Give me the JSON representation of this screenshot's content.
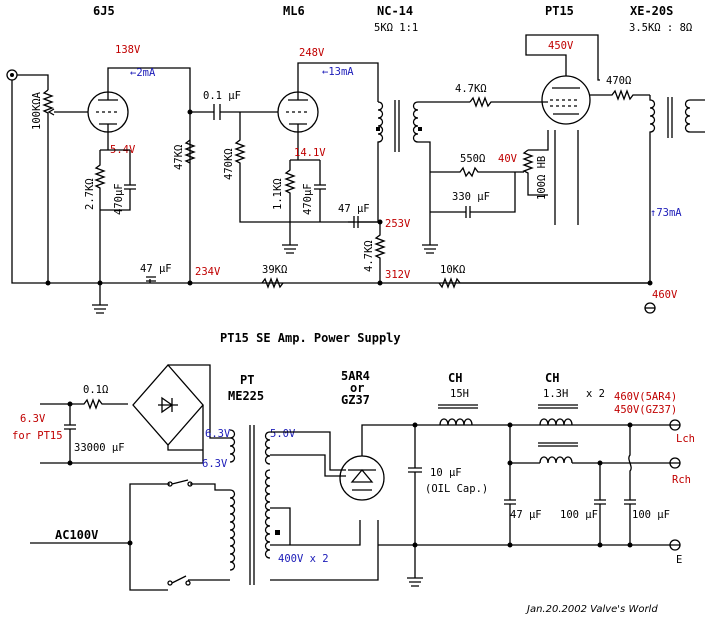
{
  "amp": {
    "tubes": {
      "v1": "6J5",
      "v2": "ML6",
      "v3": "PT15"
    },
    "interstage": {
      "name": "NC-14",
      "ratio": "5KΩ 1:1"
    },
    "output": {
      "name": "XE-20S",
      "ratio": "3.5KΩ : 8Ω"
    },
    "parts": {
      "vol": "100KΩA",
      "r_k1": "2.7KΩ",
      "c_k1": "470μF",
      "r_p1": "47KΩ",
      "c_cpl": "0.1 μF",
      "r_g2": "470KΩ",
      "r_k2": "1.1KΩ",
      "c_k2": "470μF",
      "c_dec1": "47 μF",
      "c_dec2": "47 μF",
      "r_dec2": "4.7KΩ",
      "r_dec1": "39KΩ",
      "r_g3": "4.7KΩ",
      "r_g2b": "550Ω",
      "c_k3": "330 μF",
      "pot_hb": "100Ω HB",
      "r_sg": "470Ω",
      "r_fil": "10KΩ"
    },
    "volts": {
      "v1_plate": "138V",
      "v1_current": "←2mA",
      "v1_cathode": "5.4V",
      "v2_plate": "248V",
      "v2_current": "←13mA",
      "v2_cathode": "14.1V",
      "b_253": "253V",
      "b_234": "234V",
      "b_312": "312V",
      "b_460": "460V",
      "v3_sg": "450V",
      "v3_cathode": "40V",
      "v3_current": "↑73mA"
    }
  },
  "psu": {
    "title": "PT15 SE Amp. Power Supply",
    "heater_label": "6.3V",
    "heater_for": "for PT15",
    "r_heat": "0.1Ω",
    "c_heat": "33000 μF",
    "pt_name": "PT",
    "pt_model": "ME225",
    "sec_6v3_a": "6.3V",
    "sec_6v3_b": "6.3V",
    "sec_5v": "5.0V",
    "sec_hv": "400V x 2",
    "ac": "AC100V",
    "rect1": "5AR4",
    "rect_or": "or",
    "rect2": "GZ37",
    "c_oil": "10 μF",
    "c_oil_note": "(OIL Cap.)",
    "ch1": "CH",
    "ch1_val": "15H",
    "ch2": "CH",
    "ch2_val": "1.3H",
    "ch2_mult": "x 2",
    "c_47": "47 μF",
    "c_100a": "100 μF",
    "c_100b": "100 μF",
    "out_a": "460V(5AR4)",
    "out_b": "450V(GZ37)",
    "lch": "Lch",
    "rch": "Rch",
    "gnd": "E"
  },
  "footer": "Jan.20.2002  Valve's World"
}
